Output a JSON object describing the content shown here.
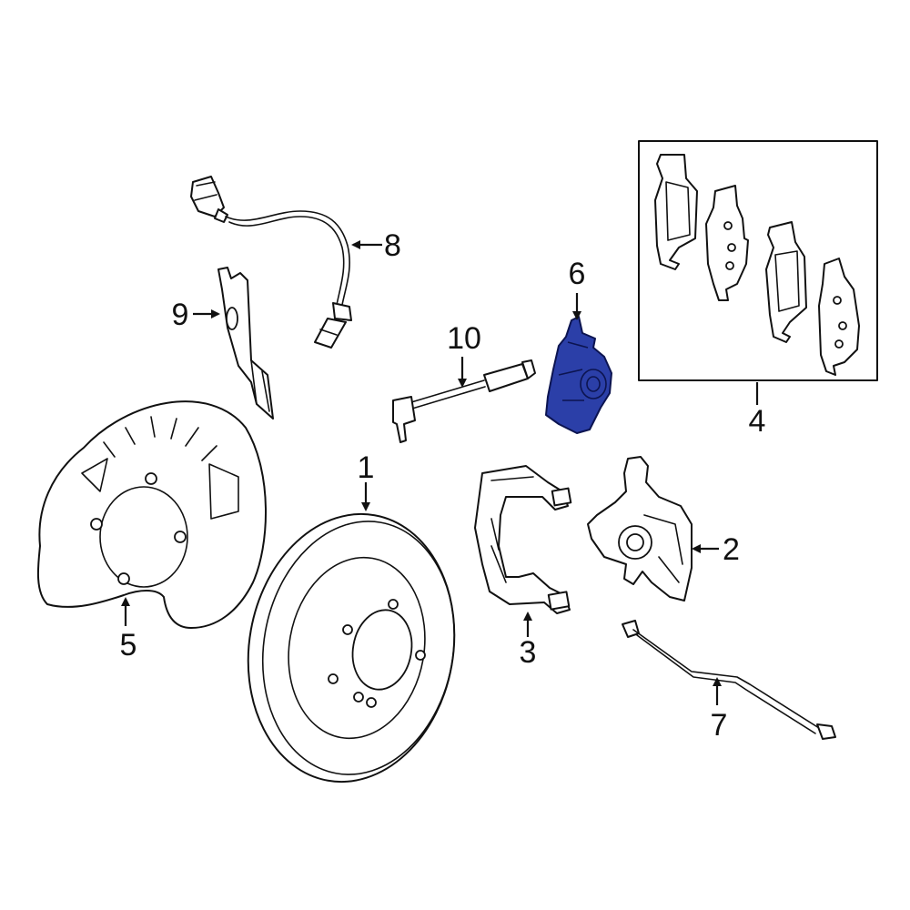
{
  "callouts": {
    "c1": "1",
    "c2": "2",
    "c3": "3",
    "c4": "4",
    "c5": "5",
    "c6": "6",
    "c7": "7",
    "c8": "8",
    "c9": "9",
    "c10": "10"
  },
  "colors": {
    "highlight_part": "#2b3fa8",
    "line": "#111111",
    "background": "#ffffff"
  }
}
